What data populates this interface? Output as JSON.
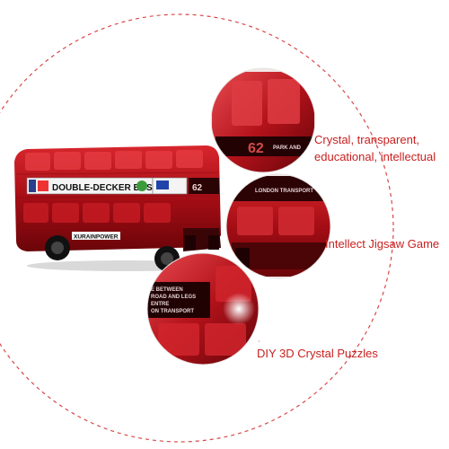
{
  "product": {
    "front_banner": "DOUBLE-DECKER BUS",
    "route_number": "62",
    "side_brand": "XURAINPOWER",
    "detail_top_route": "62",
    "detail_top_text": "PARK AND",
    "detail_mid_text": "LONDON TRANSPORT",
    "detail_bottom_lines": [
      "E BETWEEN",
      "ROAD AND LEGS",
      "ENTRE",
      "ON TRANSPORT"
    ]
  },
  "captions": {
    "feature_1_line_1": "Crystal, transparent,",
    "feature_1_line_2": "educational, intellectual",
    "feature_2": "Intellect Jigsaw Game",
    "feature_3": "DIY  3D Crystal Puzzles"
  },
  "colors": {
    "accent": "#c8201f",
    "bus_red": "#b01018",
    "bus_dark": "#5a0508",
    "dashed_line": "#d94848"
  }
}
